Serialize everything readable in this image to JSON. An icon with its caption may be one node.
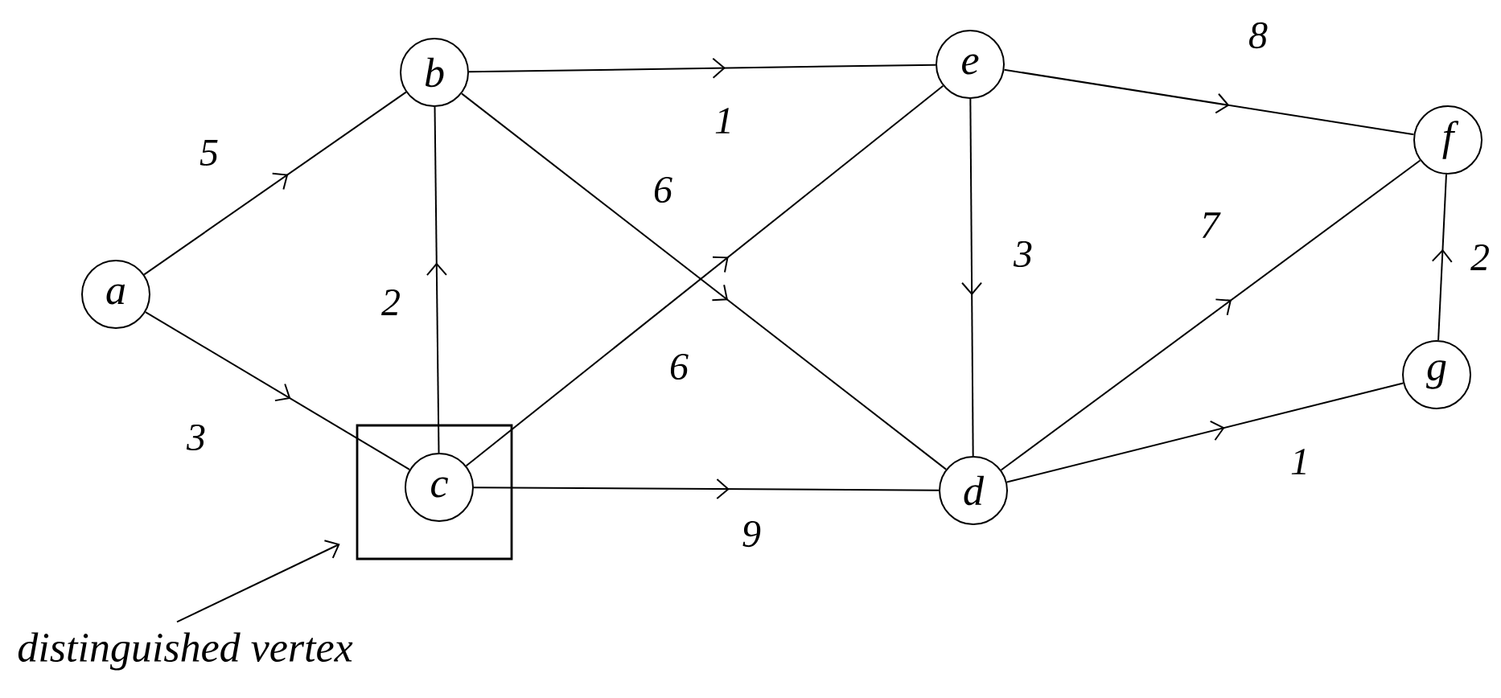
{
  "diagram": {
    "nodes": [
      {
        "text": [
          "a"
        ]
      },
      {
        "text": [
          "b"
        ]
      },
      {
        "text": [],
        "shape": "box"
      },
      {
        "text": [
          "c"
        ],
        "in": 2
      },
      {
        "text": [
          "e"
        ]
      },
      {
        "text": [
          "d"
        ]
      },
      {
        "text": [
          "f"
        ]
      },
      {
        "text": [
          "g"
        ]
      },
      {
        "text": [
          "distinguished vertex"
        ]
      }
    ],
    "edges": [
      {
        "from": 0,
        "to": 1,
        "arrow": "to",
        "label": "5"
      },
      {
        "from": 0,
        "to": 3,
        "arrow": "to",
        "label": "3"
      },
      {
        "from": 3,
        "to": 1,
        "arrow": "to",
        "label": "2"
      },
      {
        "from": 1,
        "to": 4,
        "arrow": "to",
        "label": "1"
      },
      {
        "from": 1,
        "to": 5,
        "arrow": "to",
        "label": "6"
      },
      {
        "from": 3,
        "to": 4,
        "arrow": "to",
        "label": "6"
      },
      {
        "from": 3,
        "to": 5,
        "arrow": "to",
        "label": "9"
      },
      {
        "from": 4,
        "to": 5,
        "arrow": "to",
        "label": "3"
      },
      {
        "from": 4,
        "to": 6,
        "arrow": "to",
        "label": "8"
      },
      {
        "from": 5,
        "to": 6,
        "arrow": "to",
        "label": "7"
      },
      {
        "from": 5,
        "to": 7,
        "arrow": "to",
        "label": "1"
      },
      {
        "from": 7,
        "to": 6,
        "arrow": "to",
        "label": "2"
      },
      {
        "from": 8,
        "to": 2,
        "arrow": "to"
      }
    ]
  }
}
